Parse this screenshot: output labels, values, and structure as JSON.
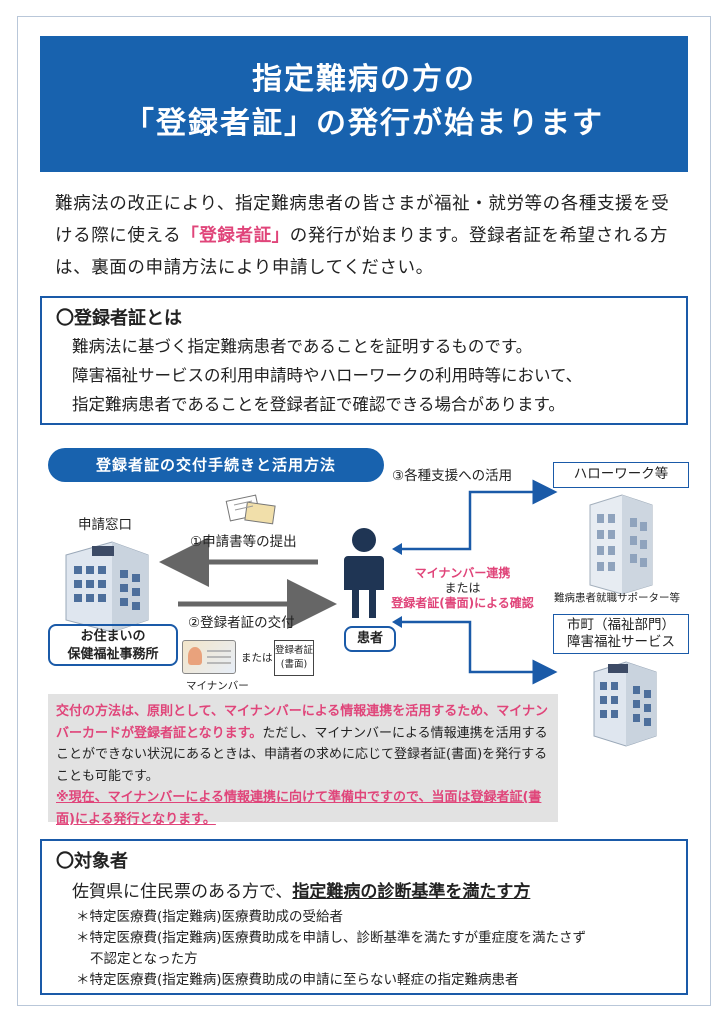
{
  "title": {
    "line1": "指定難病の方の",
    "line2": "「登録者証」の発行が始まります"
  },
  "intro": {
    "part1": "難病法の改正により、指定難病患者の皆さまが福祉・就労等の各種支援を受ける際に使える",
    "highlight": "「登録者証」",
    "part2": "の発行が始まります。登録者証を希望される方は、裏面の申請方法により申請してください。"
  },
  "what_is": {
    "heading": "〇登録者証とは",
    "lines": [
      "難病法に基づく指定難病患者であることを証明するものです。",
      "障害福祉サービスの利用申請時やハローワークの利用時等において、",
      "指定難病患者であることを登録者証で確認できる場合があります。"
    ]
  },
  "flow": {
    "pill": "登録者証の交付手続きと活用方法",
    "window_label": "申請窓口",
    "office_line1": "お住まいの",
    "office_line2": "保健福祉事務所",
    "step1": "①申請書等の提出",
    "step2": "②登録者証の交付",
    "step3": "③各種支援への活用",
    "patient": "患者",
    "mynumber_label": "マイナンバー",
    "or_text": "または",
    "cert_line1": "登録者証",
    "cert_line2": "(書面)",
    "link_line1": "マイナンバー連携",
    "link_line2": "または",
    "link_line3": "登録者証(書面)による確認",
    "hellowork": "ハローワーク等",
    "hellowork_sub": "難病患者就職サポーター等",
    "city_line1": "市町（福祉部門）",
    "city_line2": "障害福祉サービス"
  },
  "note": {
    "red1": "交付の方法は、原則として、マイナンバーによる情報連携を活用するため、マイナンバーカードが登録者証となります。",
    "black1": "ただし、マイナンバーによる情報連携を活用することができない状況にあるときは、申請者の求めに応じて登録者証(書面)を発行することも可能です。",
    "red2": "※現在、マイナンバーによる情報連携に向けて準備中ですので、当面は登録者証(書面)による発行となります。"
  },
  "target": {
    "heading": "〇対象者",
    "main_prefix": "佐賀県に住民票のある方で、",
    "main_bold": "指定難病の診断基準を満たす方",
    "items": [
      "＊特定医療費(指定難病)医療費助成の受給者",
      "＊特定医療費(指定難病)医療費助成を申請し、診断基準を満たすが重症度を満たさず",
      "不認定となった方",
      "＊特定医療費(指定難病)医療費助成の申請に至らない軽症の指定難病患者"
    ]
  },
  "colors": {
    "brand_blue": "#1862ae",
    "accent_red": "#e0457a",
    "gray_panel": "#e2e2e2"
  }
}
